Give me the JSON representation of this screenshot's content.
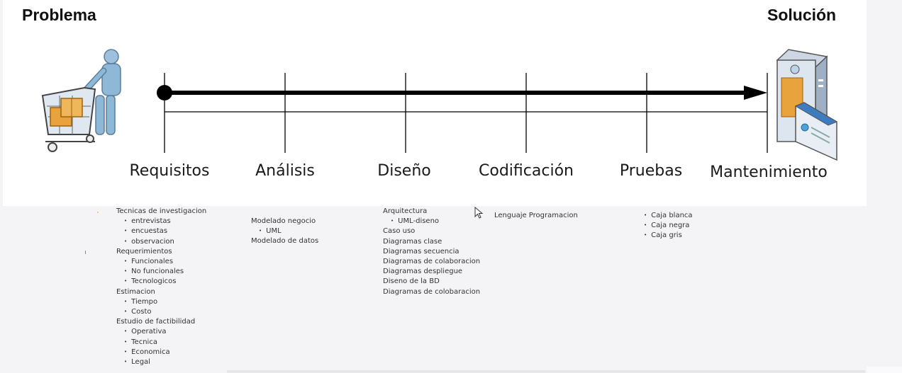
{
  "header": {
    "left_title": "Problema",
    "right_title": "Solución"
  },
  "phases": [
    "Requisitos",
    "Análisis",
    "Diseño",
    "Codificación",
    "Pruebas",
    "Mantenimiento"
  ],
  "columns": {
    "requisitos": [
      {
        "text": "Tecnicas de investigacion",
        "sub": [
          "entrevistas",
          "encuestas",
          "observacion"
        ]
      },
      {
        "text": "Requerimientos",
        "sub": [
          "Funcionales",
          "No funcionales",
          "Tecnologicos"
        ]
      },
      {
        "text": "Estimacion",
        "sub": [
          "Tiempo",
          "Costo"
        ]
      },
      {
        "text": "Estudio de factibilidad",
        "sub": [
          "Operativa",
          "Tecnica",
          "Economica",
          "Legal"
        ]
      }
    ],
    "analisis": [
      {
        "text": "Modelado negocio",
        "sub": [
          "UML"
        ]
      },
      {
        "text": "Modelado de datos",
        "sub": []
      }
    ],
    "diseno": [
      {
        "text": "Arquitectura",
        "sub": [
          "UML-diseno"
        ]
      },
      {
        "text": "Caso uso",
        "sub": []
      },
      {
        "text": "Diagramas clase",
        "sub": []
      },
      {
        "text": "Diagramas secuencia",
        "sub": []
      },
      {
        "text": "Diagramas de colaboracion",
        "sub": []
      },
      {
        "text": "Diagramas despliegue",
        "sub": []
      },
      {
        "text": "Diseno de la BD",
        "sub": []
      },
      {
        "text": "Diagramas de colobaracion",
        "sub": []
      }
    ],
    "codificacion": [
      {
        "text": "Lenguaje Programacion",
        "sub": []
      }
    ],
    "pruebas": [
      {
        "text": "",
        "sub": [
          "Caja blanca",
          "Caja negra",
          "Caja gris"
        ]
      }
    ]
  },
  "icons": {
    "left": "shopper-with-cart-icon",
    "right": "server-with-window-icon",
    "cursor": "mouse-pointer-icon"
  },
  "colors": {
    "timeline": "#000000",
    "accent_box": "#e8a33c",
    "person": "#8fb7d6"
  }
}
